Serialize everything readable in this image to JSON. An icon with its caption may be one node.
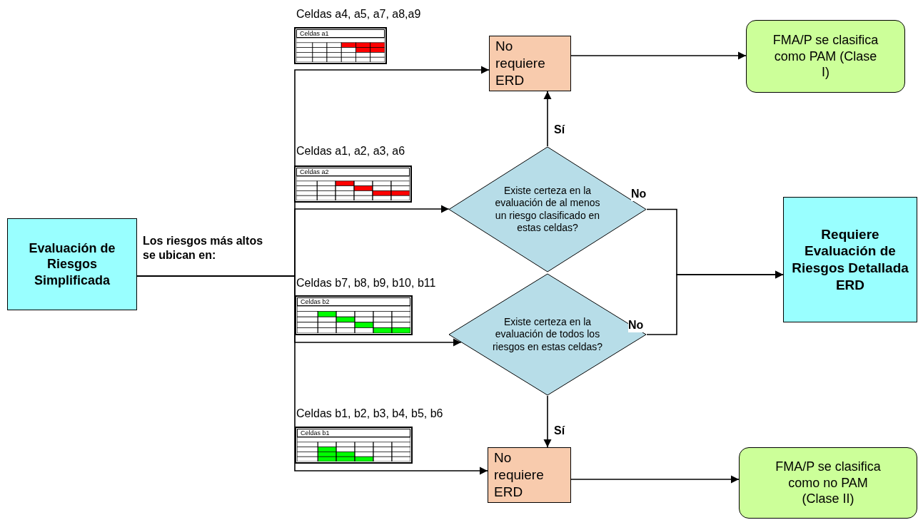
{
  "diagram": {
    "nodes": [
      {
        "text": [
          "Evaluación de Riesgos Simplificada"
        ]
      },
      {
        "text": [
          "No requiere ERD"
        ]
      },
      {
        "text": [
          "FMA/P se clasifica como PAM (Clase I)"
        ]
      },
      {
        "text": [
          "Existe certeza en la evaluación de al menos un riesgo clasificado en estas celdas?"
        ]
      },
      {
        "text": [
          "Requiere Evaluación de Riesgos Detallada ERD"
        ]
      },
      {
        "text": [
          "Existe certeza en la evaluación de todos los riesgos en estas celdas?"
        ]
      },
      {
        "text": [
          "No requiere ERD"
        ]
      },
      {
        "text": [
          "FMA/P se clasifica como no PAM (Clase II)"
        ]
      }
    ],
    "edges": [
      {
        "from": 0,
        "to": 1,
        "arrow": "to"
      },
      {
        "from": 0,
        "to": 3,
        "arrow": "to",
        "label": "Los riesgos más altos se ubican en:"
      },
      {
        "from": 0,
        "to": 5,
        "arrow": "to"
      },
      {
        "from": 0,
        "to": 6,
        "arrow": "to"
      },
      {
        "from": 1,
        "to": 2,
        "arrow": "to"
      },
      {
        "from": 3,
        "to": 1,
        "arrow": "to",
        "label": "Sí"
      },
      {
        "from": 3,
        "to": 4,
        "arrow": "to",
        "label": "No"
      },
      {
        "from": 5,
        "to": 4,
        "arrow": "to",
        "label": "No"
      },
      {
        "from": 5,
        "to": 6,
        "arrow": "to",
        "label": "Sí"
      },
      {
        "from": 6,
        "to": 7,
        "arrow": "to"
      }
    ],
    "labels": [
      "Celdas a4, a5, a7, a8,a9",
      "Celdas a1",
      "Celdas a1, a2, a3, a6",
      "Celdas a2",
      "Celdas b7, b8, b9, b10, b11",
      "Celdas b2",
      "Celdas b1, b2, b3, b4, b5, b6",
      "Celdas b1"
    ]
  }
}
